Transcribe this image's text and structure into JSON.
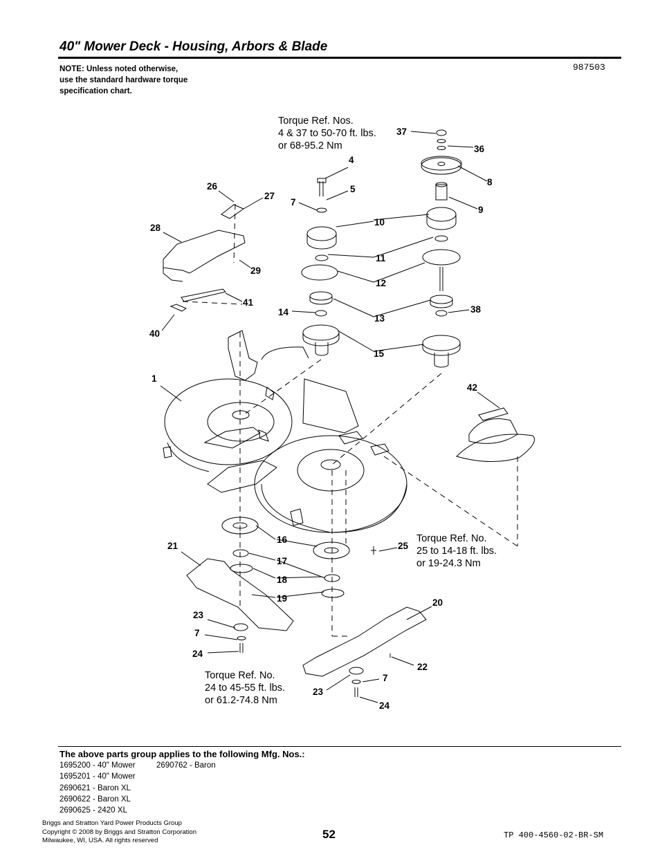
{
  "header": {
    "title": "40\" Mower Deck - Housing, Arbors & Blade",
    "note": [
      "NOTE: Unless noted otherwise,",
      "use the standard hardware torque",
      "specification chart."
    ],
    "drawing_number": "987503"
  },
  "torque_notes": {
    "pulley": [
      "Torque Ref. Nos.",
      "4 & 37 to 50-70 ft. lbs.",
      "or 68-95.2 Nm"
    ],
    "bolt25": [
      "Torque Ref. No.",
      "25 to 14-18 ft. lbs.",
      "or 19-24.3 Nm"
    ],
    "blade": [
      "Torque Ref. No.",
      "24 to 45-55 ft. lbs.",
      "or 61.2-74.8 Nm"
    ]
  },
  "callouts": {
    "c1": "1",
    "c4": "4",
    "c5": "5",
    "c7a": "7",
    "c7b": "7",
    "c7c": "7",
    "c8": "8",
    "c9": "9",
    "c10": "10",
    "c11": "11",
    "c12": "12",
    "c13": "13",
    "c14": "14",
    "c15": "15",
    "c16": "16",
    "c17": "17",
    "c18": "18",
    "c19": "19",
    "c20": "20",
    "c21": "21",
    "c22": "22",
    "c23a": "23",
    "c23b": "23",
    "c24a": "24",
    "c24b": "24",
    "c25": "25",
    "c26": "26",
    "c27": "27",
    "c28": "28",
    "c29": "29",
    "c36": "36",
    "c37": "37",
    "c38": "38",
    "c40": "40",
    "c41": "41",
    "c42": "42"
  },
  "applies": {
    "heading": "The above parts group applies to the following Mfg. Nos.:",
    "col1": [
      "1695200 - 40\" Mower",
      "1695201 - 40\" Mower",
      "2690621 - Baron XL",
      "2690622 - Baron XL",
      "2690625 - 2420 XL"
    ],
    "col2": [
      "2690762 - Baron"
    ]
  },
  "footer": {
    "lines": [
      "Briggs and Stratton Yard Power Products Group",
      "Copyright ©  2008 by Briggs and Stratton Corporation",
      "Milwaukee, WI, USA. All rights reserved"
    ],
    "page_number": "52",
    "doc_number": "TP 400-4560-02-BR-SM"
  }
}
